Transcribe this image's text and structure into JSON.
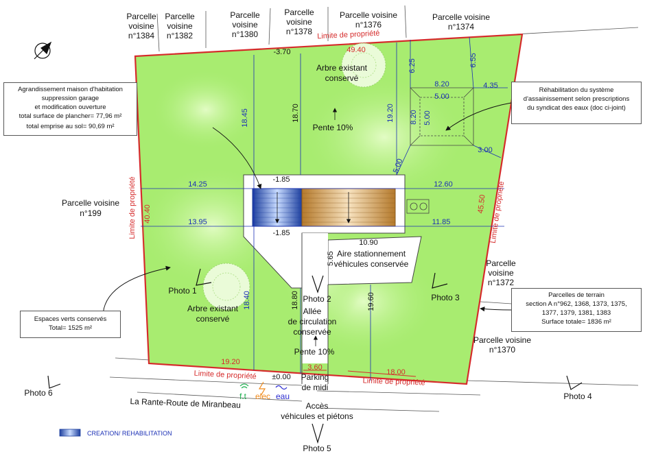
{
  "colors": {
    "lawn": "#a8ec70",
    "lawn_light": "#d6f9b0",
    "boundary": "#d52b2b",
    "dimension": "#1a2fb5",
    "black": "#111111",
    "eau": "#2a2ad0",
    "elec": "#f08a1a",
    "ft": "#1fb050"
  },
  "neighbors": {
    "n1384": [
      "Parcelle",
      "voisine",
      "n°1384"
    ],
    "n1382": [
      "Parcelle",
      "voisine",
      "n°1382"
    ],
    "n1380": [
      "Parcelle",
      "voisine",
      "n°1380"
    ],
    "n1378": [
      "Parcelle",
      "voisine",
      "n°1378"
    ],
    "n1376": [
      "Parcelle voisine",
      "n°1376"
    ],
    "n1374": [
      "Parcelle voisine",
      "n°1374"
    ],
    "n199": [
      "Parcelle voisine",
      "n°199"
    ],
    "n1372": [
      "Parcelle",
      "voisine",
      "n°1372"
    ],
    "n1370": [
      "Parcelle voisine",
      "n°1370"
    ]
  },
  "boundary_label": "Limite de propriété",
  "dims": {
    "top_minus": "-3.70",
    "top_center": "49.40",
    "left": "40.40",
    "right": "45.50",
    "bottom_left": "19.20",
    "bottom_right": "18.00",
    "bottom_drive": "3.60",
    "v1845": "18.45",
    "v1870": "18.70",
    "v1920": "19.20",
    "v1840": "18.40",
    "v1880": "18.80",
    "v1960": "19.60",
    "d625": "6.25",
    "d655": "6.55",
    "d820a": "8.20",
    "d500a": "5.00",
    "d435": "4.35",
    "d820b": "8.20",
    "d500b": "5.00",
    "d300": "3.00",
    "d500c": "5.00",
    "h1425": "14.25",
    "h1395": "13.95",
    "h1260": "12.60",
    "h1185": "11.85",
    "m185a": "-1.85",
    "m185b": "-1.85",
    "h1090": "10.90",
    "v565": "5.65",
    "zero": "±0.00"
  },
  "labels": {
    "tree_top": [
      "Arbre existant",
      "conservé"
    ],
    "tree_bottom": [
      "Arbre existant",
      "conservé"
    ],
    "pente_top": "Pente 10%",
    "pente_bottom": "Pente 10%",
    "parking_area": [
      "Aire stationnement",
      "véhicules conservée"
    ],
    "driveway": [
      "Allée",
      "de circulation",
      "conservée"
    ],
    "parking_midi": [
      "Parking",
      "de midi"
    ],
    "road": "La Rante-Route de Miranbeau",
    "access": [
      "Accès",
      "véhicules et piétons"
    ],
    "ft": "f.t",
    "elec": "elec",
    "eau": "eau",
    "legend": "CREATION/ REHABILITATION"
  },
  "photos": {
    "p1": "Photo 1",
    "p2": "Photo 2",
    "p3": "Photo 3",
    "p4": "Photo 4",
    "p5": "Photo 5",
    "p6": "Photo 6"
  },
  "boxes": {
    "extension": [
      "Agrandissement maison d'habitation",
      "suppression garage",
      "et modification ouverture",
      "total surface de plancher= 77,96 m²",
      "total emprise au sol= 90,69 m²"
    ],
    "sanitation": [
      "Réhabilitation du système",
      "d'assainissement selon prescriptions",
      "du syndicat des eaux (doc ci-joint)"
    ],
    "green": [
      "Espaces verts conservés",
      "Total= 1525 m²"
    ],
    "parcels": [
      "Parcelles de terrain",
      "section A n°962, 1368, 1373, 1375,",
      "1377, 1379, 1381, 1383",
      "Surface totale= 1836 m²"
    ]
  }
}
